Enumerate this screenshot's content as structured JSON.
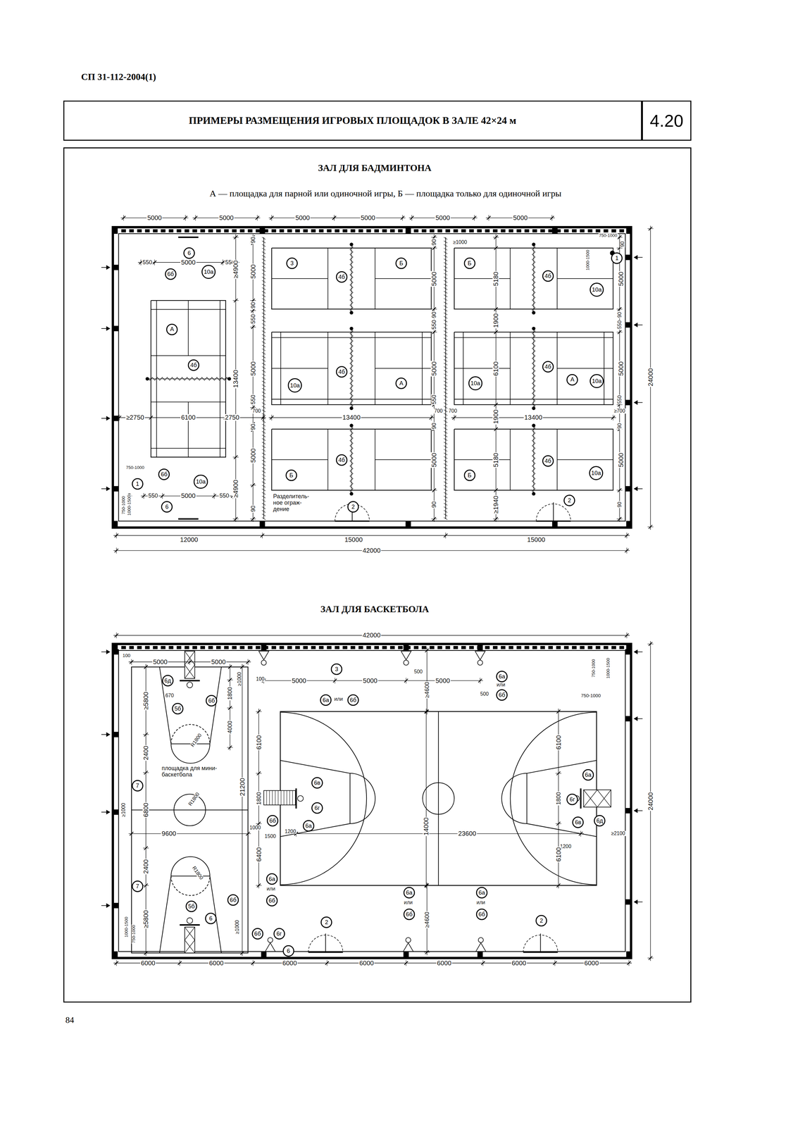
{
  "diagram": {
    "nodes": [
      {
        "text": [
          "ПРИМЕРЫ РАЗМЕЩЕНИЯ ИГРОВЫХ ПЛОЩАДОК В ЗАЛЕ 42×24 м"
        ]
      },
      {
        "text": [
          "4.20"
        ]
      },
      {
        "text": [
          "ЗАЛ ДЛЯ БАДМИНТОНА",
          "А — площадка для парной или одиночной игры, Б — площадка только для одиночной игры",
          "ЗАЛ ДЛЯ БАСКЕТБОЛА"
        ]
      },
      {
        "text": [
          "6"
        ],
        "in": 2
      },
      {
        "text": [
          "6б"
        ],
        "in": 2
      },
      {
        "text": [
          "10а"
        ],
        "in": 2
      },
      {
        "text": [
          "3"
        ],
        "in": 2
      },
      {
        "text": [
          "4б"
        ],
        "in": 2
      },
      {
        "text": [
          "Б"
        ],
        "in": 2
      },
      {
        "text": [
          "Б"
        ],
        "in": 2
      },
      {
        "text": [
          "4б"
        ],
        "in": 2
      },
      {
        "text": [
          "1"
        ],
        "in": 2
      },
      {
        "text": [
          "10а"
        ],
        "in": 2
      },
      {
        "text": [
          "А"
        ],
        "in": 2
      },
      {
        "text": [
          "4б"
        ],
        "in": 2
      },
      {
        "text": [
          "4б"
        ],
        "in": 2
      },
      {
        "text": [
          "А"
        ],
        "in": 2
      },
      {
        "text": [
          "10а"
        ],
        "in": 2
      },
      {
        "text": [
          "10а"
        ],
        "in": 2
      },
      {
        "text": [
          "4б"
        ],
        "in": 2
      },
      {
        "text": [
          "А"
        ],
        "in": 2
      },
      {
        "text": [
          "10а"
        ],
        "in": 2
      },
      {
        "text": [
          "4б"
        ],
        "in": 2
      },
      {
        "text": [
          "Б"
        ],
        "in": 2
      },
      {
        "text": [
          "Б"
        ],
        "in": 2
      },
      {
        "text": [
          "4б"
        ],
        "in": 2
      },
      {
        "text": [
          "10а"
        ],
        "in": 2
      },
      {
        "text": [
          "6б"
        ],
        "in": 2
      },
      {
        "text": [
          "10а"
        ],
        "in": 2
      },
      {
        "text": [
          "1"
        ],
        "in": 2
      },
      {
        "text": [
          "2"
        ],
        "in": 2
      },
      {
        "text": [
          "2"
        ],
        "in": 2
      },
      {
        "text": [
          "6"
        ],
        "in": 2
      },
      {
        "text": [
          "6д"
        ],
        "in": 2
      },
      {
        "text": [
          "3"
        ],
        "in": 2
      },
      {
        "text": [
          "6а"
        ],
        "in": 2
      },
      {
        "text": [
          "6б"
        ],
        "in": 2
      },
      {
        "text": [
          "6а"
        ],
        "in": 2
      },
      {
        "text": [
          "6б"
        ],
        "in": 2
      },
      {
        "text": [
          "6б"
        ],
        "in": 2
      },
      {
        "text": [
          "5б"
        ],
        "in": 2
      },
      {
        "text": [
          "7"
        ],
        "in": 2
      },
      {
        "text": [
          "6в"
        ],
        "in": 2
      },
      {
        "text": [
          "6г"
        ],
        "in": 2
      },
      {
        "text": [
          "6б"
        ],
        "in": 2
      },
      {
        "text": [
          "6а"
        ],
        "in": 2
      },
      {
        "text": [
          "6а"
        ],
        "in": 2
      },
      {
        "text": [
          "6г"
        ],
        "in": 2
      },
      {
        "text": [
          "6в"
        ],
        "in": 2
      },
      {
        "text": [
          "6д"
        ],
        "in": 2
      },
      {
        "text": [
          "6а"
        ],
        "in": 2
      },
      {
        "text": [
          "6б"
        ],
        "in": 2
      },
      {
        "text": [
          "6а"
        ],
        "in": 2
      },
      {
        "text": [
          "6б"
        ],
        "in": 2
      },
      {
        "text": [
          "6а"
        ],
        "in": 2
      },
      {
        "text": [
          "6б"
        ],
        "in": 2
      },
      {
        "text": [
          "7"
        ],
        "in": 2
      },
      {
        "text": [
          "5б"
        ],
        "in": 2
      },
      {
        "text": [
          "6б"
        ],
        "in": 2
      },
      {
        "text": [
          "6"
        ],
        "in": 2
      },
      {
        "text": [
          "6б"
        ],
        "in": 2
      },
      {
        "text": [
          "6г"
        ],
        "in": 2
      },
      {
        "text": [
          "2"
        ],
        "in": 2
      },
      {
        "text": [
          "2"
        ],
        "in": 2
      },
      {
        "text": [
          "6"
        ],
        "in": 2
      }
    ],
    "labels": [
      "СП 31-112-2004(1)",
      "5000",
      "5000",
      "5000",
      "5000",
      "5000",
      "5000",
      "550",
      "5000",
      "550",
      "90",
      "≥4900",
      "5000",
      "90",
      "550",
      "13400",
      "5000",
      "550",
      "90",
      "5000",
      "≥4900",
      "90",
      "≥2750",
      "6100",
      "2750",
      "700",
      "13400",
      "700",
      "700",
      "13400",
      "≥700",
      "≥1000",
      "90",
      "5000",
      "90",
      "550",
      "5000",
      "550",
      "90",
      "5000",
      "90",
      "5180",
      "1900",
      "6100",
      "1900",
      "5180",
      "≥1940",
      "750-1000",
      "90",
      "1000-1500",
      "5000",
      "90",
      "550",
      "5000",
      "550",
      "90",
      "5000",
      "90",
      "750-1000",
      "750-1000",
      "1000-1500",
      "550",
      "5000",
      "550",
      "Разделитель- ное ограж- дение",
      "12000",
      "15000",
      "15000",
      "42000",
      "24000",
      "42000",
      "100",
      "5000",
      "5000",
      "≥1000",
      "1800",
      "670",
      "≥5800",
      "4000",
      "R1800",
      "2400",
      "площадка для мини-баскетбола",
      "21200",
      "R1800",
      "6800",
      "≥1000",
      "9600",
      "2400",
      "R1800",
      "≥5800",
      "≥1000",
      "1000-1500",
      "750-1000",
      "100",
      "5000",
      "5000",
      "500",
      "5000",
      "≥4600",
      "или",
      "500",
      "или",
      "750-1000",
      "1000-1500",
      "750-1000",
      "6100",
      "1800",
      "1000",
      "1500",
      "1200",
      "6400",
      "14000",
      "23600",
      "6100",
      "1800",
      "≥2100",
      "1200",
      "6100",
      "24000",
      "или",
      "или",
      "или",
      "≥4600",
      "6000",
      "6000",
      "6000",
      "6000",
      "6000",
      "6000",
      "6000",
      "84"
    ]
  }
}
